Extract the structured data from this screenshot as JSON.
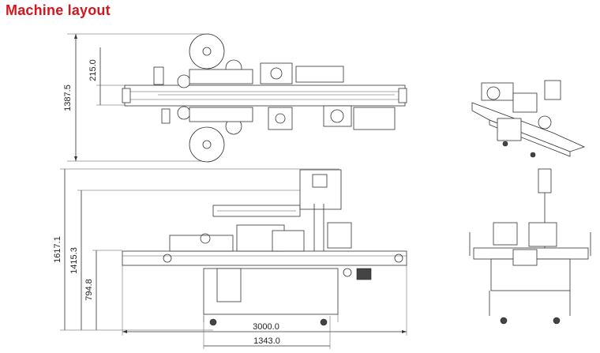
{
  "header": {
    "title": "Machine layout",
    "title_color": "#d5161c"
  },
  "dimensions": {
    "top_height": "1387.5",
    "top_offset": "215.0",
    "total_height": "1617.1",
    "conveyor_height": "1415.3",
    "frame_height": "794.8",
    "overall_length": "3000.0",
    "base_length": "1343.0"
  }
}
